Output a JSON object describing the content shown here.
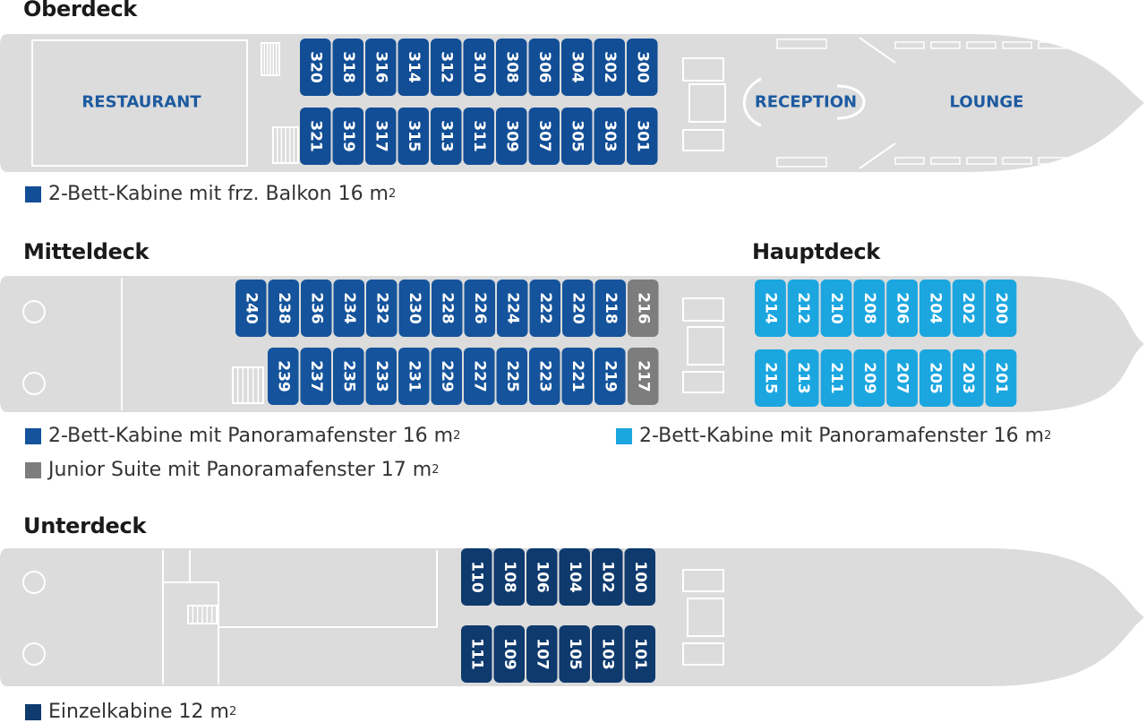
{
  "colors": {
    "hull": "#dcdcdc",
    "hull_line": "#ffffff",
    "balcony_cabin": "#124e96",
    "panorama_cabin_mid": "#15549c",
    "panorama_cabin_main": "#1ba6e0",
    "junior_suite": "#7d7d7d",
    "single_cabin": "#0e3a6e",
    "area_label": "#1d5aa0"
  },
  "decks": {
    "oberdeck": {
      "title": "Oberdeck",
      "areas": {
        "restaurant": "RESTAURANT",
        "reception": "RECEPTION",
        "lounge": "LOUNGE"
      },
      "top_cabins": [
        "320",
        "318",
        "316",
        "314",
        "312",
        "310",
        "308",
        "306",
        "304",
        "302",
        "300"
      ],
      "bottom_cabins": [
        "321",
        "319",
        "317",
        "315",
        "313",
        "311",
        "309",
        "307",
        "305",
        "303",
        "301"
      ],
      "legend": [
        {
          "text": "2-Bett-Kabine mit frz. Balkon 16 m",
          "sup": "2",
          "color": "#124e96"
        }
      ]
    },
    "mitteldeck": {
      "title": "Mitteldeck",
      "top_cabins": [
        "240",
        "238",
        "236",
        "234",
        "232",
        "230",
        "228",
        "226",
        "224",
        "222",
        "220",
        "218"
      ],
      "top_suite": "216",
      "bottom_cabins": [
        "239",
        "237",
        "235",
        "233",
        "231",
        "229",
        "227",
        "225",
        "223",
        "221",
        "219"
      ],
      "bottom_suite": "217",
      "legend": [
        {
          "text": "2-Bett-Kabine mit Panoramafenster 16 m",
          "sup": "2",
          "color": "#15549c"
        },
        {
          "text": "Junior Suite mit Panoramafenster 17 m",
          "sup": "2",
          "color": "#7d7d7d"
        }
      ]
    },
    "hauptdeck": {
      "title": "Hauptdeck",
      "top_cabins": [
        "214",
        "212",
        "210",
        "208",
        "206",
        "204",
        "202",
        "200"
      ],
      "bottom_cabins": [
        "215",
        "213",
        "211",
        "209",
        "207",
        "205",
        "203",
        "201"
      ],
      "legend": [
        {
          "text": "2-Bett-Kabine mit Panoramafenster 16 m",
          "sup": "2",
          "color": "#1ba6e0"
        }
      ]
    },
    "unterdeck": {
      "title": "Unterdeck",
      "top_cabins": [
        "110",
        "108",
        "106",
        "104",
        "102",
        "100"
      ],
      "bottom_cabins": [
        "111",
        "109",
        "107",
        "105",
        "103",
        "101"
      ],
      "legend": [
        {
          "text": "Einzelkabine 12 m",
          "sup": "2",
          "color": "#0e3a6e"
        }
      ]
    }
  }
}
